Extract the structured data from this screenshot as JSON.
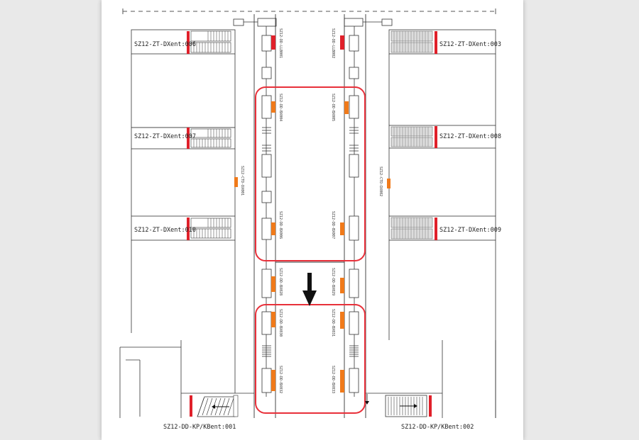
{
  "diagram": {
    "rooms_left": [
      "SZ12-ZT-DXent:006",
      "SZ12-ZT-DXent:007",
      "SZ12-ZT-DXent:010"
    ],
    "rooms_right": [
      "SZ12-ZT-DXent:003",
      "SZ12-ZT-DXent:008",
      "SZ12-ZT-DXent:009"
    ],
    "bottom_labels": [
      "SZ12-DD-KP/KBent:001",
      "SZ12-DD-KP/KBent:002"
    ],
    "left_corridor_label": "SZ12-CTD-DX001",
    "right_corridor_label": "SZ12-CTD-DX002",
    "left_column_labels": [
      "SZ12-DD-LLB001",
      "SZ12-DD-BX004",
      "SZ12-DD-BX006",
      "SZ12-DD-BX028",
      "SZ12-DD-BX030",
      "SZ12-DD-BX032"
    ],
    "right_column_labels": [
      "SZ12-DD-LLB002",
      "SZ12-DD-BX005",
      "SZ12-DD-BX007",
      "SZ12-DD-BX029",
      "SZ12-DD-BX031",
      "SZ12-DD-BX033"
    ],
    "colors": {
      "red": "#e0202a",
      "orange": "#f07a1a",
      "line": "#333333",
      "frame": "#e8303a"
    }
  }
}
